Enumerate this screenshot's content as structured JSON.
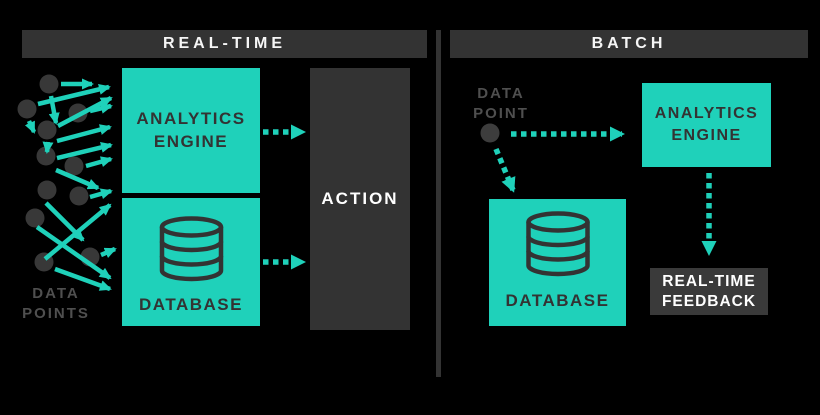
{
  "colors": {
    "background": "#000000",
    "panel_dark": "#333333",
    "accent_teal": "#1FD1BA",
    "label_gray": "#4F4F4F",
    "text_on_teal": "#333333",
    "text_white": "#FFFFFF"
  },
  "left_panel": {
    "header": "REAL-TIME",
    "data_points": {
      "line1": "DATA",
      "line2": "POINTS"
    },
    "analytics_engine": {
      "line1": "ANALYTICS",
      "line2": "ENGINE"
    },
    "database": "DATABASE",
    "action": "ACTION",
    "flows": [
      "data points -> analytics engine",
      "data points -> database",
      "analytics engine -> action",
      "database -> action"
    ]
  },
  "right_panel": {
    "header": "BATCH",
    "data_point": {
      "line1": "DATA",
      "line2": "POINT"
    },
    "analytics_engine": {
      "line1": "ANALYTICS",
      "line2": "ENGINE"
    },
    "database": "DATABASE",
    "feedback": {
      "line1": "REAL-TIME",
      "line2": "FEEDBACK"
    },
    "flows": [
      "data point -> analytics engine",
      "data point -> database",
      "analytics engine -> real-time feedback"
    ]
  }
}
